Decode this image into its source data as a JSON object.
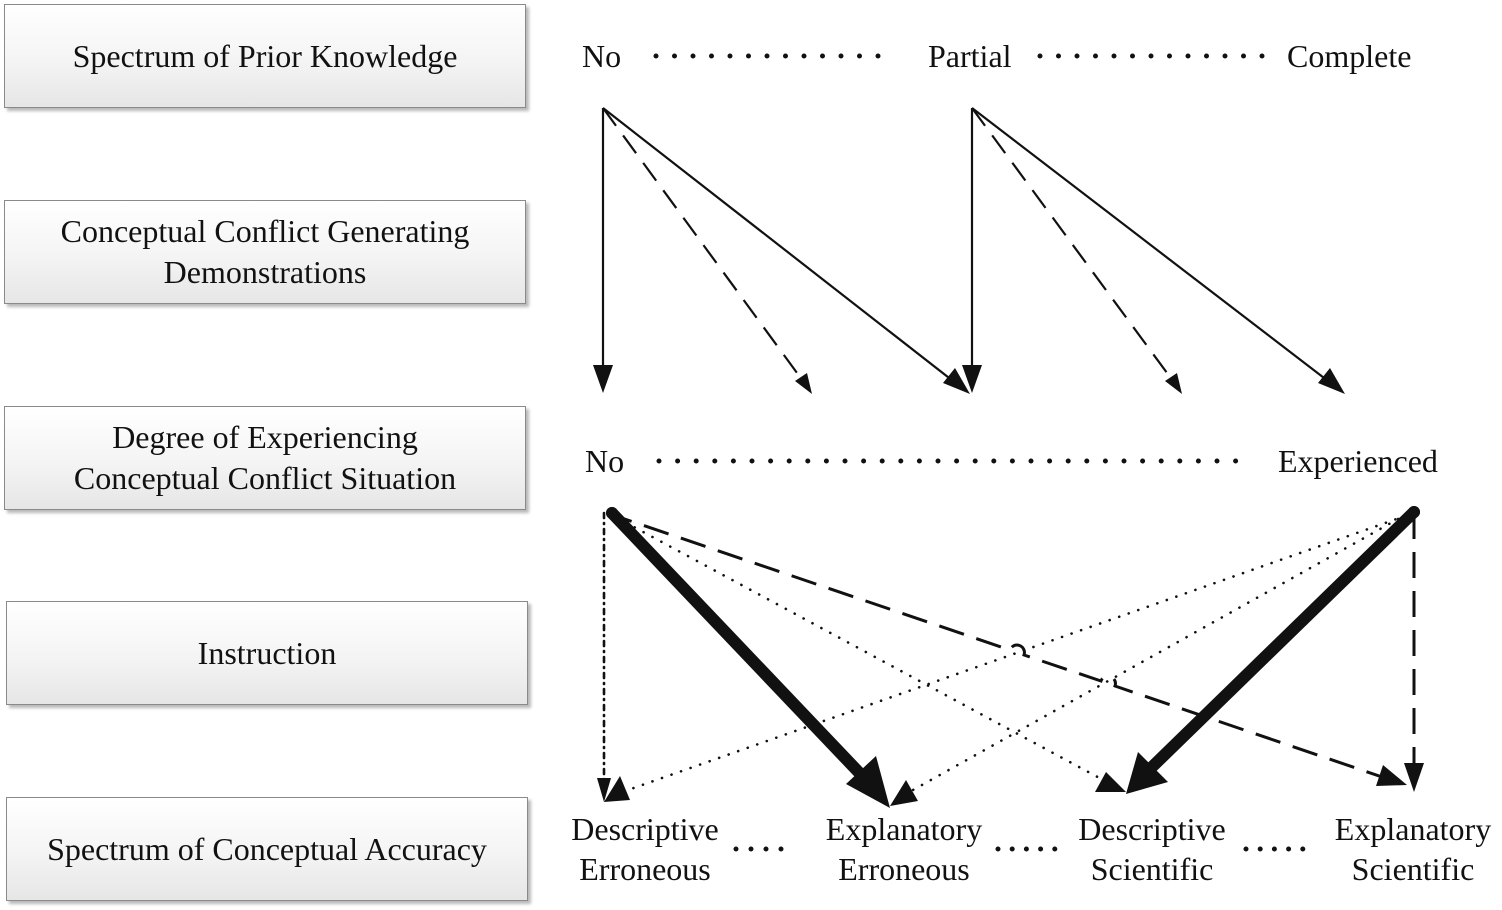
{
  "stages": [
    {
      "id": "prior-knowledge",
      "lines": [
        "Spectrum of Prior Knowledge"
      ]
    },
    {
      "id": "demonstrations",
      "lines": [
        "Conceptual Conflict Generating",
        "Demonstrations"
      ]
    },
    {
      "id": "experiencing",
      "lines": [
        "Degree of Experiencing",
        "Conceptual Conflict Situation"
      ]
    },
    {
      "id": "instruction",
      "lines": [
        "Instruction"
      ]
    },
    {
      "id": "accuracy",
      "lines": [
        "Spectrum of Conceptual Accuracy"
      ]
    }
  ],
  "prior_knowledge_levels": [
    "No",
    "Partial",
    "Complete"
  ],
  "experience_levels": [
    "No",
    "Experienced"
  ],
  "accuracy_levels": [
    {
      "lines": [
        "Descriptive",
        "Erroneous"
      ]
    },
    {
      "lines": [
        "Explanatory",
        "Erroneous"
      ]
    },
    {
      "lines": [
        "Descriptive",
        "Scientific"
      ]
    },
    {
      "lines": [
        "Explanatory",
        "Scientific"
      ]
    }
  ],
  "colors": {
    "ink": "#111111",
    "box_border": "#8a8a8a"
  }
}
